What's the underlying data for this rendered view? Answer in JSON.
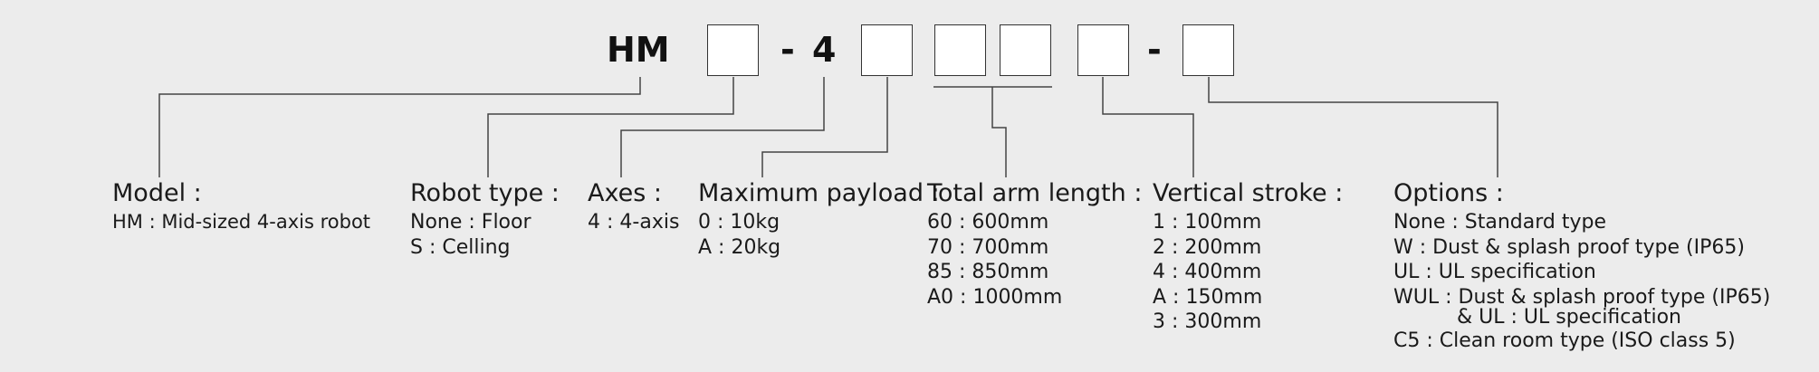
{
  "code": {
    "prefix": "HM",
    "dash1": "-",
    "axes_digit": "4",
    "dash2": "-"
  },
  "categories": {
    "model": {
      "title": "Model :",
      "values": [
        "HM : Mid-sized 4-axis robot"
      ]
    },
    "robot_type": {
      "title": "Robot type :",
      "values": [
        "None : Floor",
        "S : Celling"
      ]
    },
    "axes": {
      "title": "Axes :",
      "values": [
        "4 : 4-axis"
      ]
    },
    "payload": {
      "title": "Maximum payload :",
      "values": [
        "0 : 10kg",
        "A : 20kg"
      ]
    },
    "arm_length": {
      "title": "Total arm length :",
      "values": [
        "60 : 600mm",
        "70 : 700mm",
        "85 : 850mm",
        "A0 : 1000mm"
      ]
    },
    "stroke": {
      "title": "Vertical stroke :",
      "values": [
        "1 : 100mm",
        "2 : 200mm",
        "4 : 400mm",
        "A : 150mm",
        "3 : 300mm"
      ]
    },
    "options": {
      "title": "Options :",
      "values": [
        "None : Standard type",
        "W : Dust & splash proof type (IP65)",
        "UL : UL specification",
        "WUL : Dust & splash proof type (IP65)",
        "& UL : UL specification",
        "C5 : Clean room type (ISO class 5)"
      ]
    }
  },
  "colors": {
    "background": "#ececec",
    "line": "#444444",
    "box_border": "#333333",
    "box_fill": "#ffffff"
  }
}
